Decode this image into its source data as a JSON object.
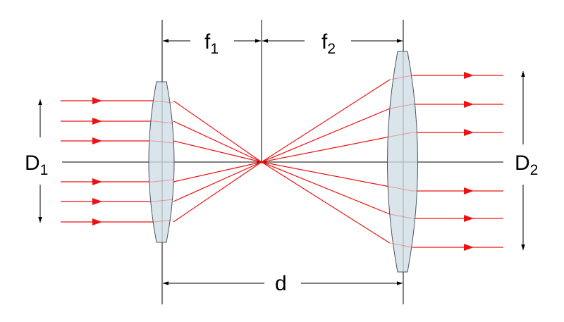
{
  "labels": {
    "f1": {
      "main": "f",
      "sub": "1"
    },
    "f2": {
      "main": "f",
      "sub": "2"
    },
    "D1": {
      "main": "D",
      "sub": "1"
    },
    "D2": {
      "main": "D",
      "sub": "2"
    },
    "d": {
      "main": "d"
    }
  },
  "colors": {
    "ray": "#ee1111",
    "lens_fill": "#cfdde6",
    "lens_stroke": "#4a5560",
    "line": "#000000"
  }
}
